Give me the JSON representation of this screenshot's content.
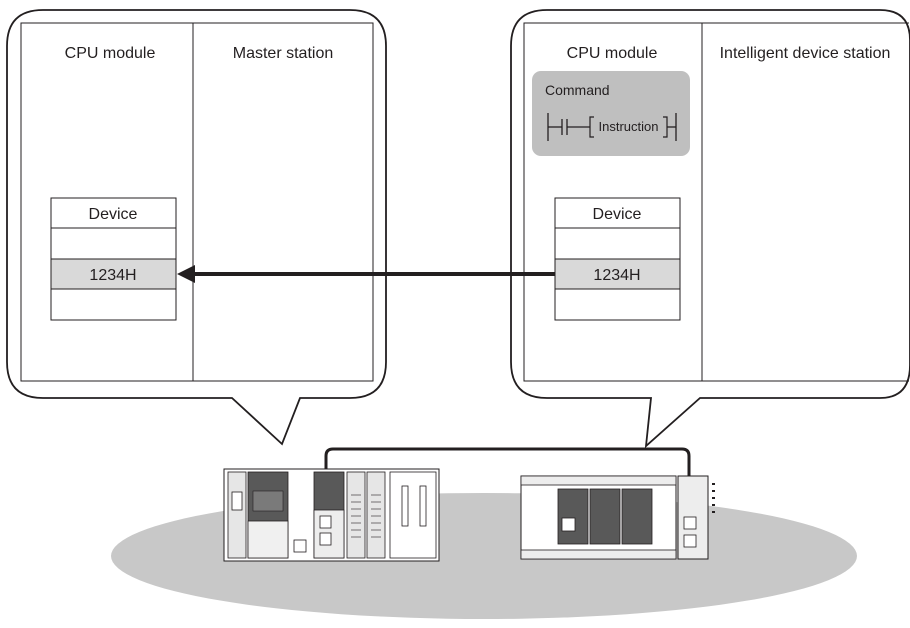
{
  "left_callout": {
    "cpu_module_label": "CPU module",
    "station_label": "Master station",
    "device_table": {
      "header": "Device",
      "value": "1234H"
    }
  },
  "right_callout": {
    "cpu_module_label": "CPU module",
    "station_label": "Intelligent device station",
    "command_box": {
      "label": "Command",
      "instruction": "Instruction"
    },
    "device_table": {
      "header": "Device",
      "value": "1234H"
    }
  },
  "colors": {
    "outline": "#231f20",
    "highlight_gray": "#d9d9d9",
    "command_bg": "#bfbfbf",
    "ellipse_gray": "#c8c8c8",
    "module_dark": "#595959"
  }
}
